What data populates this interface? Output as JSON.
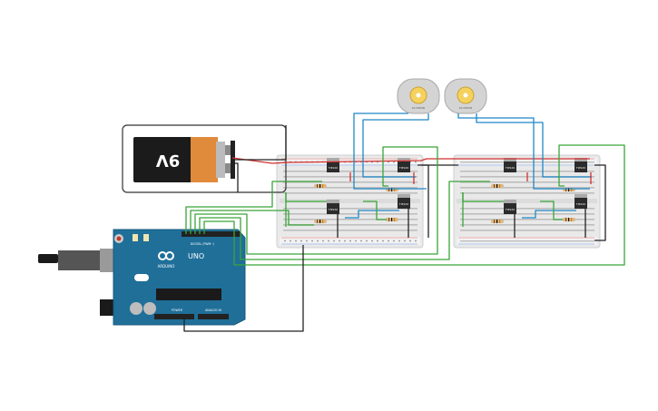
{
  "battery": {
    "label": "9V"
  },
  "motors": [
    {
      "label": "DC MOTOR"
    },
    {
      "label": "DC MOTOR"
    }
  ],
  "transistors": {
    "label": "TIP120",
    "board1": [
      "TIP120",
      "TIP120",
      "TIP120",
      "TIP120"
    ],
    "board2": [
      "TIP120",
      "TIP120",
      "TIP120",
      "TIP120"
    ]
  },
  "arduino": {
    "brand": "ARDUINO",
    "model": "UNO",
    "digital_label": "DIGITAL (PWM~)",
    "power_label": "POWER",
    "analog_label": "ANALOG IN"
  },
  "colors": {
    "wire_red": "#d32f2f",
    "wire_black": "#222222",
    "wire_green": "#3aa53a",
    "wire_blue": "#1e88c8",
    "arduino_board": "#1f6f99",
    "battery_orange": "#e08a3c"
  }
}
